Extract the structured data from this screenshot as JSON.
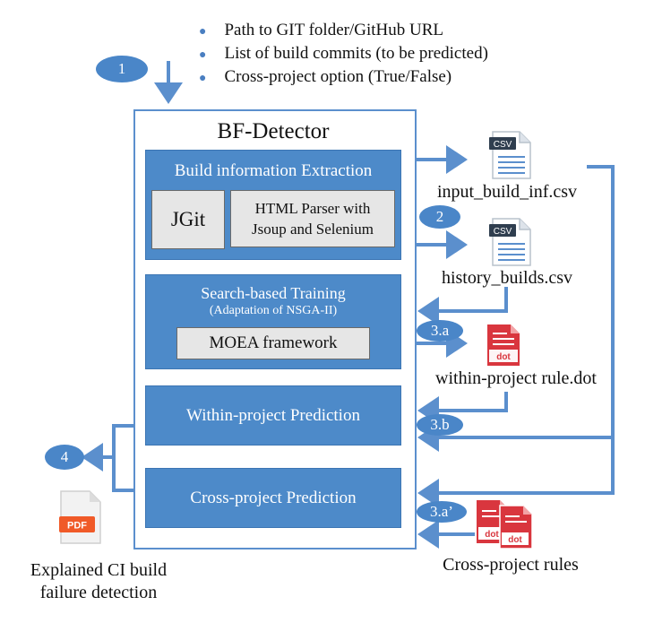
{
  "inputs": {
    "items": [
      "Path to GIT folder/GitHub URL",
      "List of build commits (to be predicted)",
      "Cross-project option (True/False)"
    ]
  },
  "main": {
    "title": "BF-Detector",
    "extraction": {
      "title": "Build information Extraction",
      "jgit": "JGit",
      "parser_line1": "HTML Parser with",
      "parser_line2": "Jsoup and Selenium"
    },
    "training": {
      "title": "Search-based Training",
      "subtitle": "(Adaptation of NSGA-II)",
      "framework": "MOEA framework"
    },
    "within": "Within-project Prediction",
    "cross": "Cross-project Prediction"
  },
  "files": {
    "csv_badge": "CSV",
    "dot_badge": "dot",
    "pdf_badge": "PDF",
    "input_csv": "input_build_inf.csv",
    "history_csv": "history_builds.csv",
    "within_dot": "within-project rule.dot",
    "cross_rules": "Cross-project rules",
    "output_line1": "Explained CI build",
    "output_line2": "failure detection"
  },
  "steps": {
    "s1": "1",
    "s2": "2",
    "s3a": "3.a",
    "s3b": "3.b",
    "s3ap": "3.a’",
    "s4": "4"
  },
  "colors": {
    "panel_blue": "#4d8ac9",
    "arrow_blue": "#5b8fcd",
    "inner_gray": "#e6e6e6",
    "csv_dark": "#2f3e4f",
    "dot_red": "#d9363e",
    "pdf_orange": "#f05a28"
  },
  "icons": [
    "csv-file-icon",
    "dot-file-icon",
    "pdf-file-icon"
  ]
}
